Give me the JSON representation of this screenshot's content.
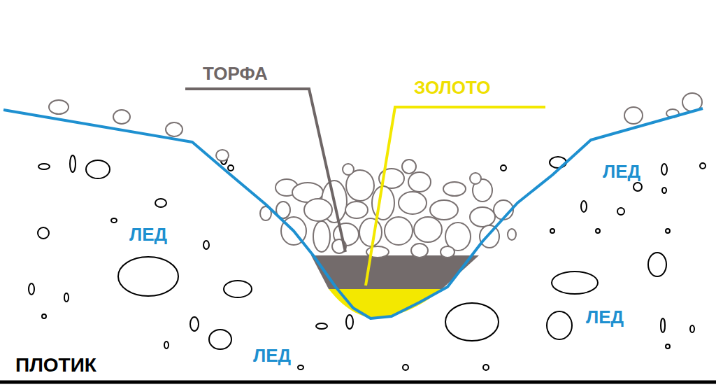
{
  "diagram": {
    "labels": [
      "ТОРФА",
      "ЗОЛОТО",
      "ЛЕД",
      "ЛЕД",
      "ЛЕД",
      "ЛЕД",
      "ПЛОТИК"
    ]
  }
}
